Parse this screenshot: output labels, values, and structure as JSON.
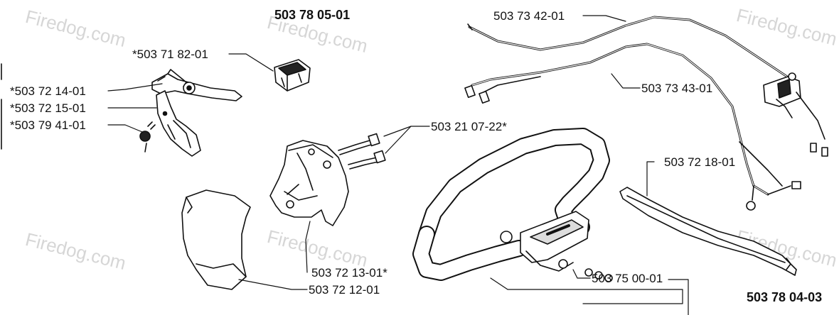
{
  "watermark": "Firedog.com",
  "header_part": "503 78 05-01",
  "footer_part": "503 78 04-03",
  "callouts": {
    "lever_switch": "*503 71 82-01",
    "trigger_lever": "*503 72 14-01",
    "trigger_housing": "*503 72 15-01",
    "spring": "*503 79 41-01",
    "screws": "503 21 07-22*",
    "wire_upper": "503 73 42-01",
    "wire_lower": "503 73 43-01",
    "guard_strip": "503 72 18-01",
    "handle_bracket": "503 72 13-01*",
    "handle_cover": "503 72 12-01",
    "loop_handle": "503 75 00-01"
  }
}
